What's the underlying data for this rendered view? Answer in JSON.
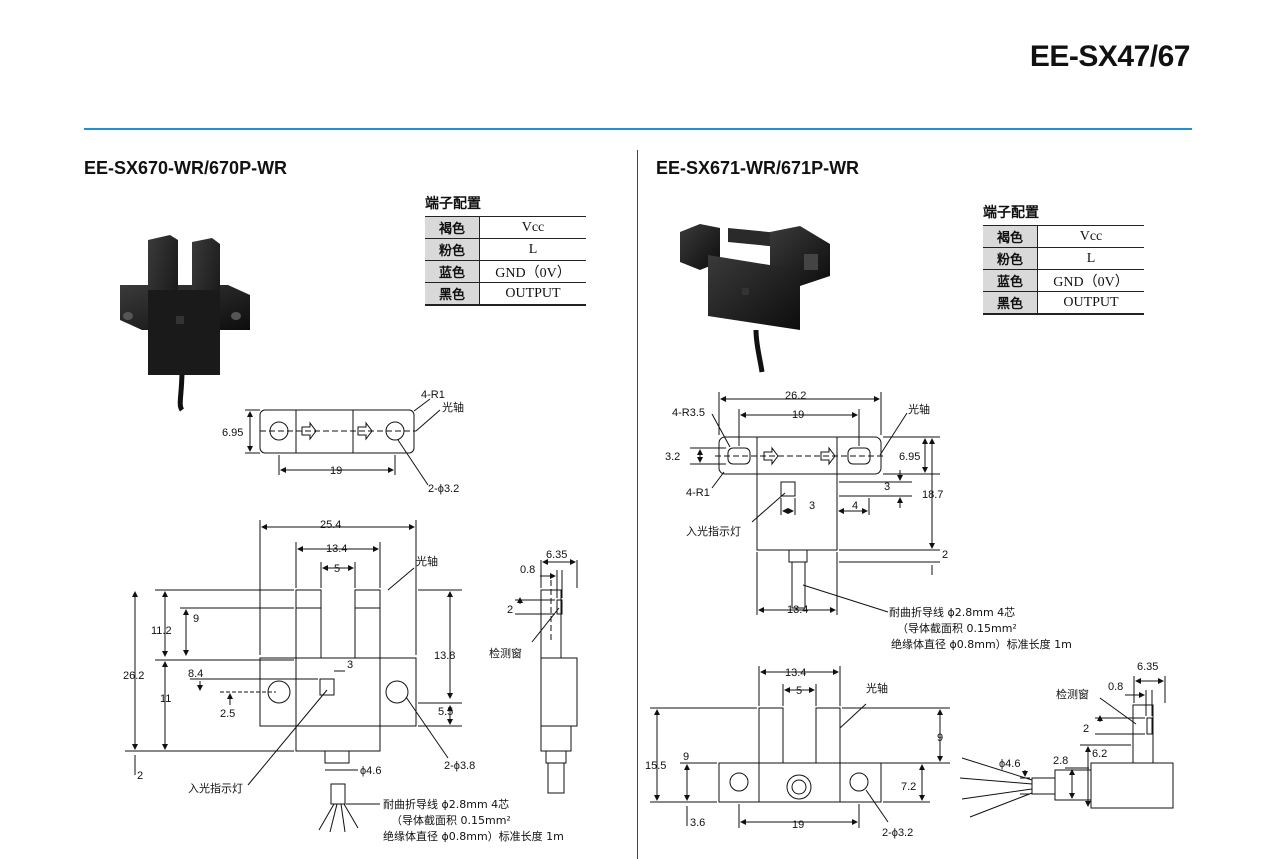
{
  "page": {
    "title": "EE-SX47/67"
  },
  "left": {
    "model": "EE-SX670-WR/670P-WR",
    "terminal_title": "端子配置",
    "terminals": [
      {
        "color": "褐色",
        "signal": "Vcc"
      },
      {
        "color": "粉色",
        "signal": "L"
      },
      {
        "color": "蓝色",
        "signal": "GND（0V）"
      },
      {
        "color": "黑色",
        "signal": "OUTPUT"
      }
    ],
    "dims": {
      "d_695": "6.95",
      "d_4r1": "4-R1",
      "d_axis_top": "光轴",
      "d_19": "19",
      "d_2phi32": "2-ϕ3.2",
      "d_254": "25.4",
      "d_134": "13.4",
      "d_5": "5",
      "d_axis": "光轴",
      "d_9": "9",
      "d_112": "11.2",
      "d_262": "26.2",
      "d_84": "8.4",
      "d_3": "3",
      "d_138": "13.8",
      "d_11": "11",
      "d_25": "2.5",
      "d_55": "5.5",
      "d_2phi38": "2-ϕ3.8",
      "d_2": "2",
      "d_phi46": "ϕ4.6",
      "d_led": "入光指示灯",
      "d_635": "6.35",
      "d_08": "0.8",
      "d_2s": "2",
      "d_window": "检测窗",
      "cable1": "耐曲折导线 ϕ2.8mm  4芯",
      "cable2": "（导体截面积 0.15mm²",
      "cable3": "绝缘体直径 ϕ0.8mm）标准长度 1m"
    }
  },
  "right": {
    "model": "EE-SX671-WR/671P-WR",
    "terminal_title": "端子配置",
    "terminals": [
      {
        "color": "褐色",
        "signal": "Vcc"
      },
      {
        "color": "粉色",
        "signal": "L"
      },
      {
        "color": "蓝色",
        "signal": "GND（0V）"
      },
      {
        "color": "黑色",
        "signal": "OUTPUT"
      }
    ],
    "dims": {
      "d_262": "26.2",
      "d_4r35": "4-R3.5",
      "d_19": "19",
      "d_axis": "光轴",
      "d_32": "3.2",
      "d_695": "6.95",
      "d_4r1": "4-R1",
      "d_3a": "3",
      "d_187": "18.7",
      "d_3b": "3",
      "d_4": "4",
      "d_led": "入光指示灯",
      "d_2": "2",
      "d_134": "13.4",
      "cable1": "耐曲折导线 ϕ2.8mm  4芯",
      "cable2": "（导体截面积 0.15mm²",
      "cable3": "绝缘体直径 ϕ0.8mm）标准长度 1m",
      "b_134": "13.4",
      "b_5": "5",
      "b_axis": "光轴",
      "b_9": "9",
      "b_155": "15.5",
      "b_9r": "9",
      "b_72": "7.2",
      "b_36": "3.6",
      "b_19": "19",
      "b_2phi32": "2-ϕ3.2",
      "s_635": "6.35",
      "s_window": "检测窗",
      "s_08": "0.8",
      "s_2": "2",
      "s_62": "6.2",
      "s_phi46": "ϕ4.6",
      "s_28": "2.8"
    }
  },
  "colors": {
    "rule": "#1f8fd6",
    "cell": "#d9d9d9"
  }
}
